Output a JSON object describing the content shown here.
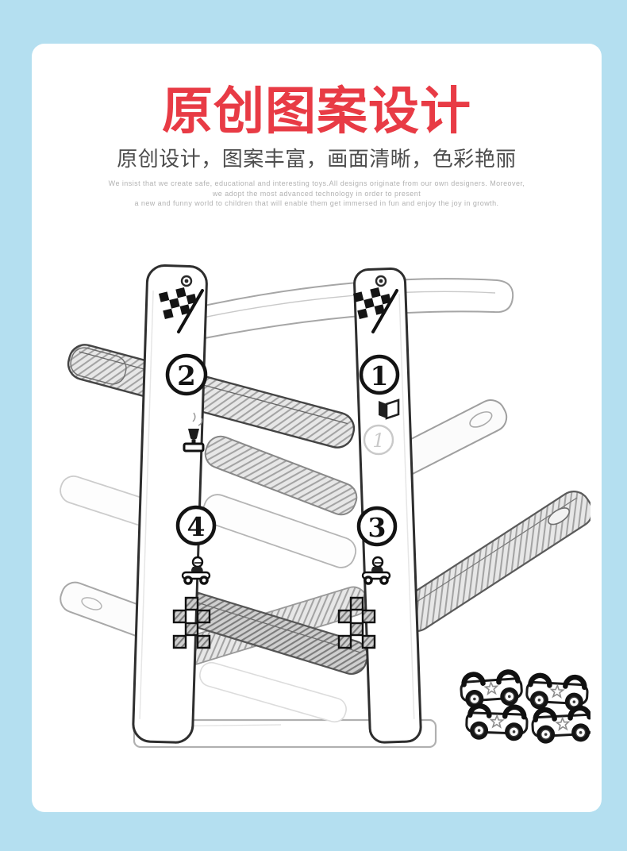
{
  "page": {
    "border_color": "#b4dff0",
    "sheet_color": "#ffffff",
    "accent_red": "#e83b45",
    "subtitle_gray": "#4d4d4d",
    "desc_gray": "#b2b2b2"
  },
  "header": {
    "title": "原创图案设计",
    "subtitle": "原创设计，图案丰富，画面清晰，色彩艳丽",
    "description_lines": [
      "We insist that we create safe, educational and interesting toys.All designs originate from our own designers. Moreover,",
      "we adopt the most advanced technology in order to present",
      "a new and funny world to children that will enable them get immersed in fun and enjoy the joy in growth."
    ]
  },
  "illustration": {
    "description": "pencil sketch of wooden zig-zag ramp racer toy tower with numbered posts and four toy cars",
    "level_badges": {
      "top_left": "2",
      "top_right": "1",
      "bottom_left": "4",
      "bottom_right": "3"
    },
    "medal_number": "1",
    "icons": [
      "checkered-flag",
      "trophy",
      "pennant-flag",
      "kart-rider",
      "checkerboard"
    ],
    "cars_count": 4
  }
}
